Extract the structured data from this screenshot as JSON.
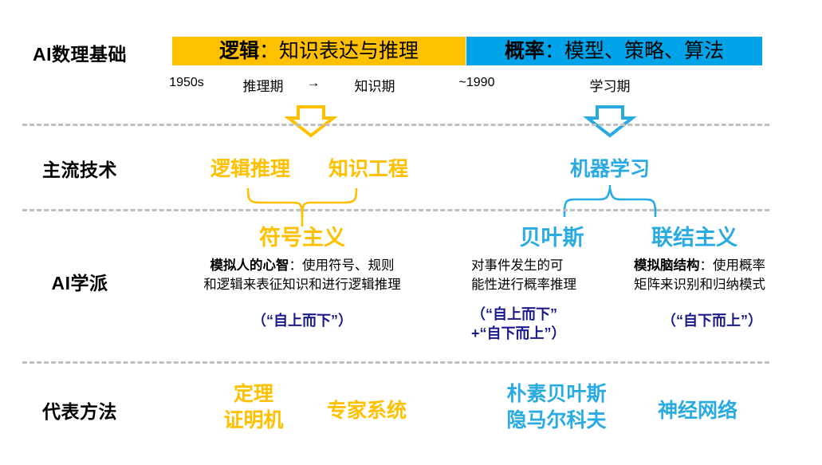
{
  "rows": {
    "foundation_label": "AI数理基础",
    "tech_label": "主流技术",
    "school_label": "AI学派",
    "method_label": "代表方法"
  },
  "banners": [
    {
      "name": "logic",
      "strong": "逻辑",
      "rest": "：知识表达与推理",
      "color": "#FFC000"
    },
    {
      "name": "probability",
      "strong": "概率",
      "rest": "：模型、策略、算法",
      "color": "#00A2E8"
    }
  ],
  "eras": {
    "start_year": "1950s",
    "reasoning_period": "推理期",
    "arrow": "→",
    "knowledge_period": "知识期",
    "mid_year": "~1990",
    "learning_period": "学习期"
  },
  "technologies": [
    {
      "name": "logic-reasoning",
      "label": "逻辑推理",
      "color": "#FFC000"
    },
    {
      "name": "knowledge-engineering",
      "label": "知识工程",
      "color": "#FFC000"
    },
    {
      "name": "machine-learning",
      "label": "机器学习",
      "color": "#29ABE2"
    }
  ],
  "schools": [
    {
      "name": "symbolism",
      "title": "符号主义",
      "title_color": "#FFC000",
      "desc_bold": "模拟人的心智",
      "desc_line1_rest": "：使用符号、规则",
      "desc_line2": "和逻辑来表征知识和进行逻辑推理",
      "updown": "（“自上而下”）"
    },
    {
      "name": "bayesianism",
      "title": "贝叶斯",
      "title_color": "#29ABE2",
      "desc_bold": "",
      "desc_line1_rest": "对事件发生的可",
      "desc_line2": "能性进行概率推理",
      "updown_line1": "（“自上而下”",
      "updown_line2": "+“自下而上”）"
    },
    {
      "name": "connectionism",
      "title": "联结主义",
      "title_color": "#29ABE2",
      "desc_bold": "模拟脑结构",
      "desc_line1_rest": "：使用概率",
      "desc_line2": "矩阵来识别和归纳模式",
      "updown": "（“自下而上”）"
    }
  ],
  "methods": [
    {
      "name": "theorem-prover",
      "line1": "定理",
      "line2": "证明机",
      "color": "#FFC000"
    },
    {
      "name": "expert-system",
      "line1": "专家系统",
      "line2": "",
      "color": "#FFC000"
    },
    {
      "name": "naive-bayes-hmm",
      "line1": "朴素贝叶斯",
      "line2": "隐马尔科夫",
      "color": "#29ABE2"
    },
    {
      "name": "neural-network",
      "line1": "神经网络",
      "line2": "",
      "color": "#29ABE2"
    }
  ],
  "colors": {
    "orange": "#FFC000",
    "blue": "#29ABE2",
    "banner_blue": "#00A2E8",
    "navy": "#1A1A8C",
    "divider": "#BFBFBF"
  }
}
